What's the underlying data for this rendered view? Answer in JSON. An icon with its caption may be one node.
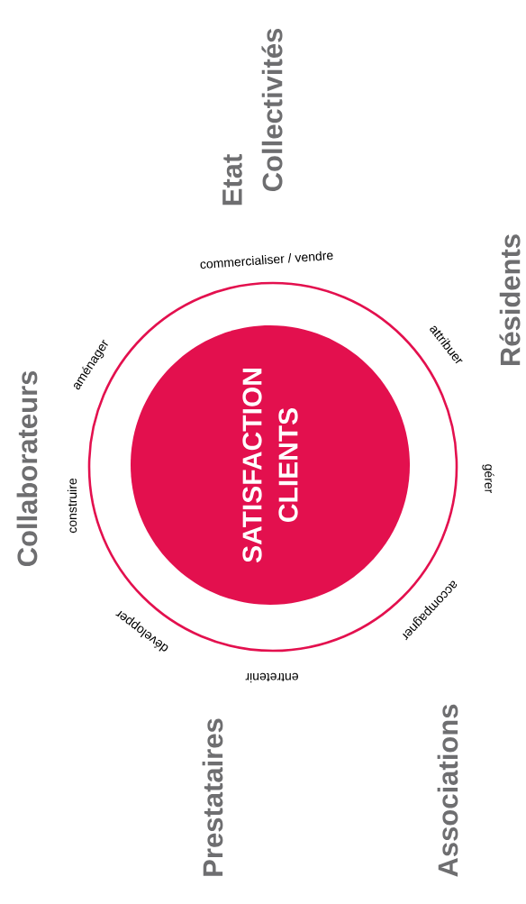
{
  "diagram": {
    "nodes": [
      {
        "text": [],
        "shape": "circle",
        "beside": [
          "commercialiser / vendre",
          "attribuer",
          "gérer",
          "accompagner",
          "entretenir",
          "développer",
          "construire",
          "aménager"
        ]
      },
      {
        "text": [
          "SATISFACTION CLIENTS"
        ],
        "in": 0
      }
    ],
    "labels": [
      "Etat",
      "Collectivités",
      "Résidents",
      "Collaborateurs",
      "Prestataires",
      "Associations"
    ]
  }
}
